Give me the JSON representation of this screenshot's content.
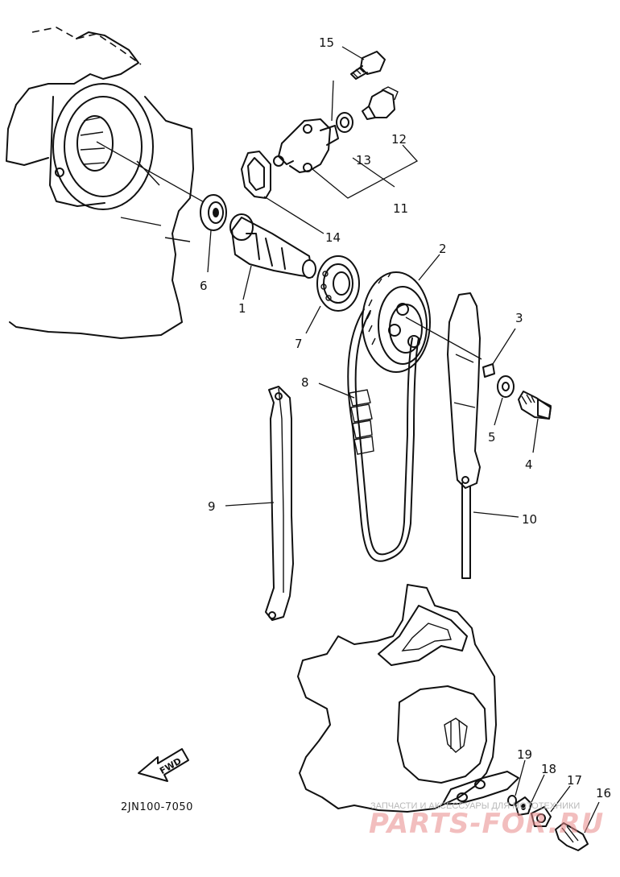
{
  "diagram": {
    "code": "2JN100-7050",
    "fwd_label": "FWD",
    "callouts": {
      "c1": "1",
      "c2": "2",
      "c3": "3",
      "c4": "4",
      "c5": "5",
      "c6": "6",
      "c7": "7",
      "c8": "8",
      "c9": "9",
      "c10": "10",
      "c11": "11",
      "c12": "12",
      "c13": "13",
      "c14": "14",
      "c15": "15",
      "c16": "16",
      "c17": "17",
      "c18": "18",
      "c19": "19"
    }
  },
  "watermark": {
    "top_line": "ЗАПЧАСТИ И АКСЕССУАРЫ ДЛЯ МОТОТЕХНИКИ",
    "brand": "PARTS-FOR.RU"
  }
}
